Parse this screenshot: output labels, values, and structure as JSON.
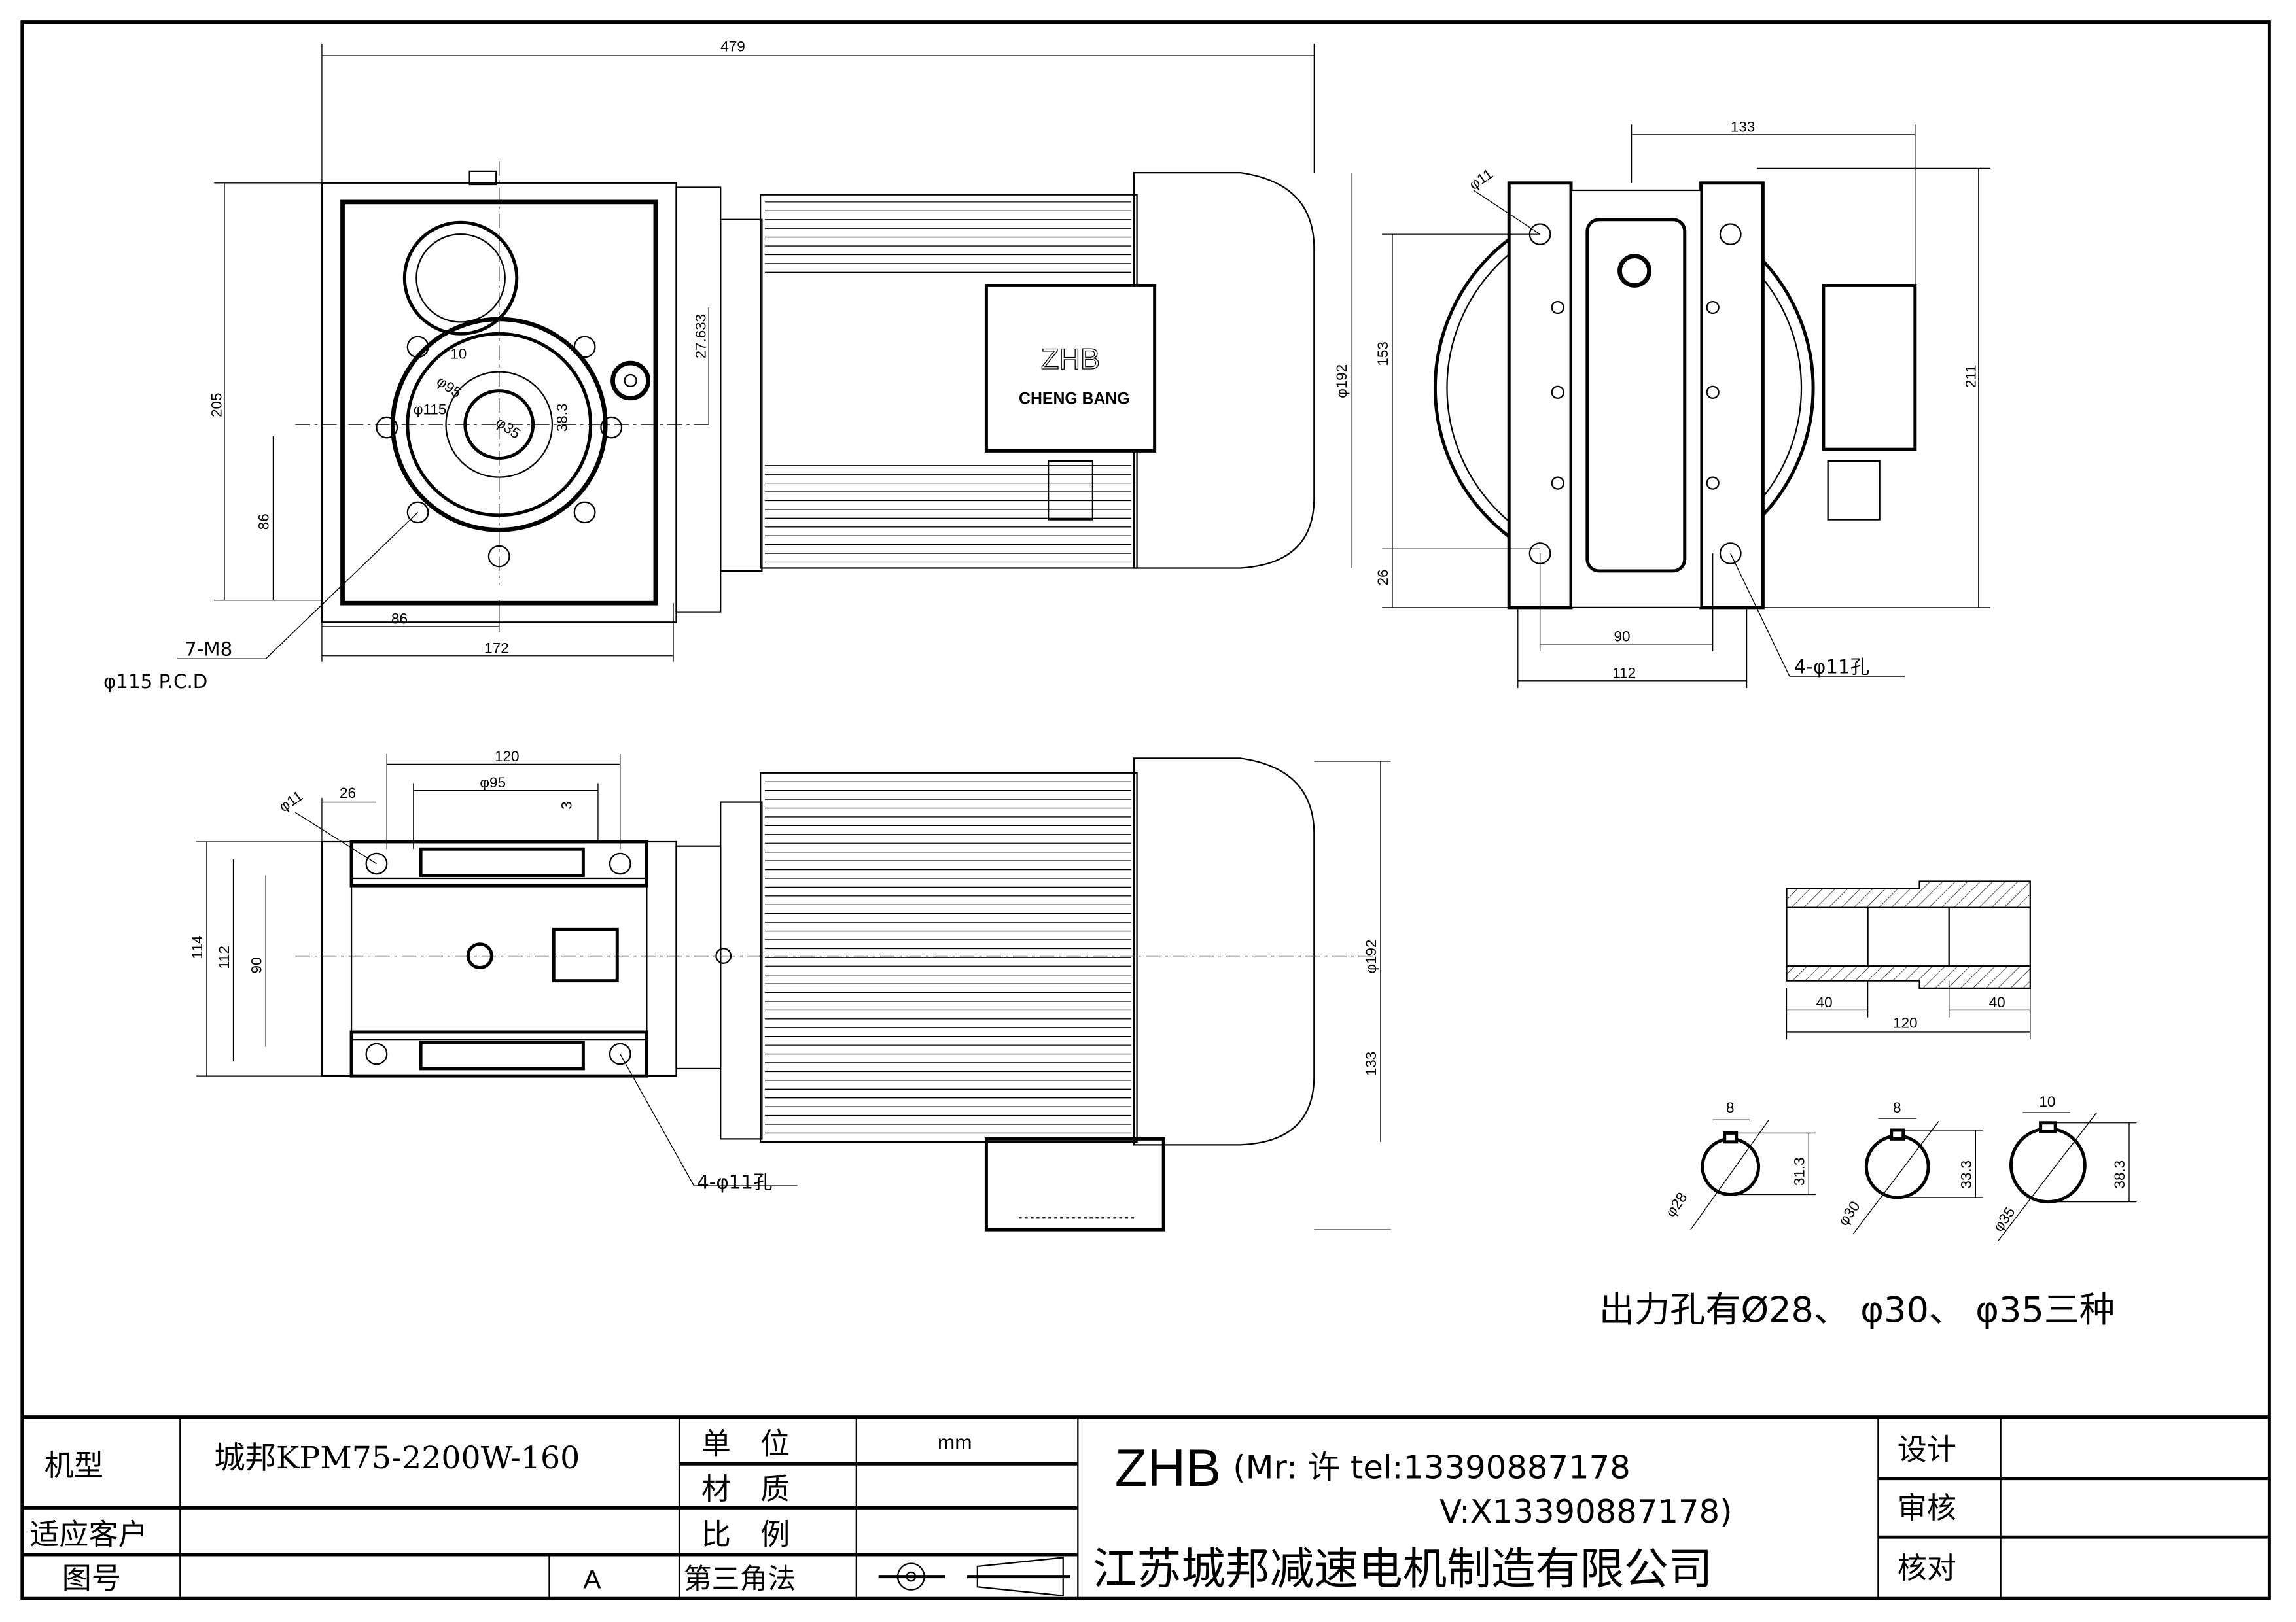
{
  "top_view": {
    "overall_length": "479",
    "height_205": "205",
    "height_86": "86",
    "width_86": "86",
    "width_172": "172",
    "offset": "27.633",
    "motor_dia": "φ192",
    "key_width": "10",
    "bore_dia": "φ35",
    "flange_dia_95": "φ95",
    "pcd_115": "φ115",
    "keyway_depth": "38.3",
    "thread_label": "7-M8",
    "pcd_label": "φ115 P.C.D",
    "nameplate_brand": "ZHB",
    "nameplate_name": "CHENG BANG"
  },
  "side_view": {
    "width_133": "133",
    "height_211": "211",
    "height_153": "153",
    "height_26": "26",
    "width_90": "90",
    "width_112": "112",
    "hole_dia": "φ11",
    "holes_label": "4-φ11孔"
  },
  "bottom_view": {
    "width_120": "120",
    "flange_dia": "φ95",
    "offset_26": "26",
    "gap_3": "3",
    "hole_dia": "φ11",
    "height_114": "114",
    "height_112": "112",
    "height_90": "90",
    "motor_dia": "φ192",
    "height_133": "133",
    "holes_label": "4-φ11孔"
  },
  "shaft_section": {
    "left": "40",
    "total": "120",
    "right": "40"
  },
  "keyways": [
    {
      "dia": "φ28",
      "key": "8",
      "depth": "31.3"
    },
    {
      "dia": "φ30",
      "key": "8",
      "depth": "33.3"
    },
    {
      "dia": "φ35",
      "key": "10",
      "depth": "38.3"
    }
  ],
  "note": "出力孔有Ø28、 φ30、  φ35三种",
  "title_block": {
    "model_label": "机型",
    "model_value": "城邦KPM75-2200W-160",
    "customer_label": "适应客户",
    "drawing_no_label": "图号",
    "revision": "A",
    "unit_label": "单　位",
    "unit_value": "mm",
    "material_label": "材　质",
    "scale_label": "比　例",
    "projection_label": "第三角法",
    "brand": "ZHB",
    "contact_line1": "(Mr: 许 tel:13390887178",
    "contact_line2": "V:X13390887178)",
    "company": "江苏城邦减速电机制造有限公司",
    "design_label": "设计",
    "review_label": "审核",
    "check_label": "核对"
  }
}
